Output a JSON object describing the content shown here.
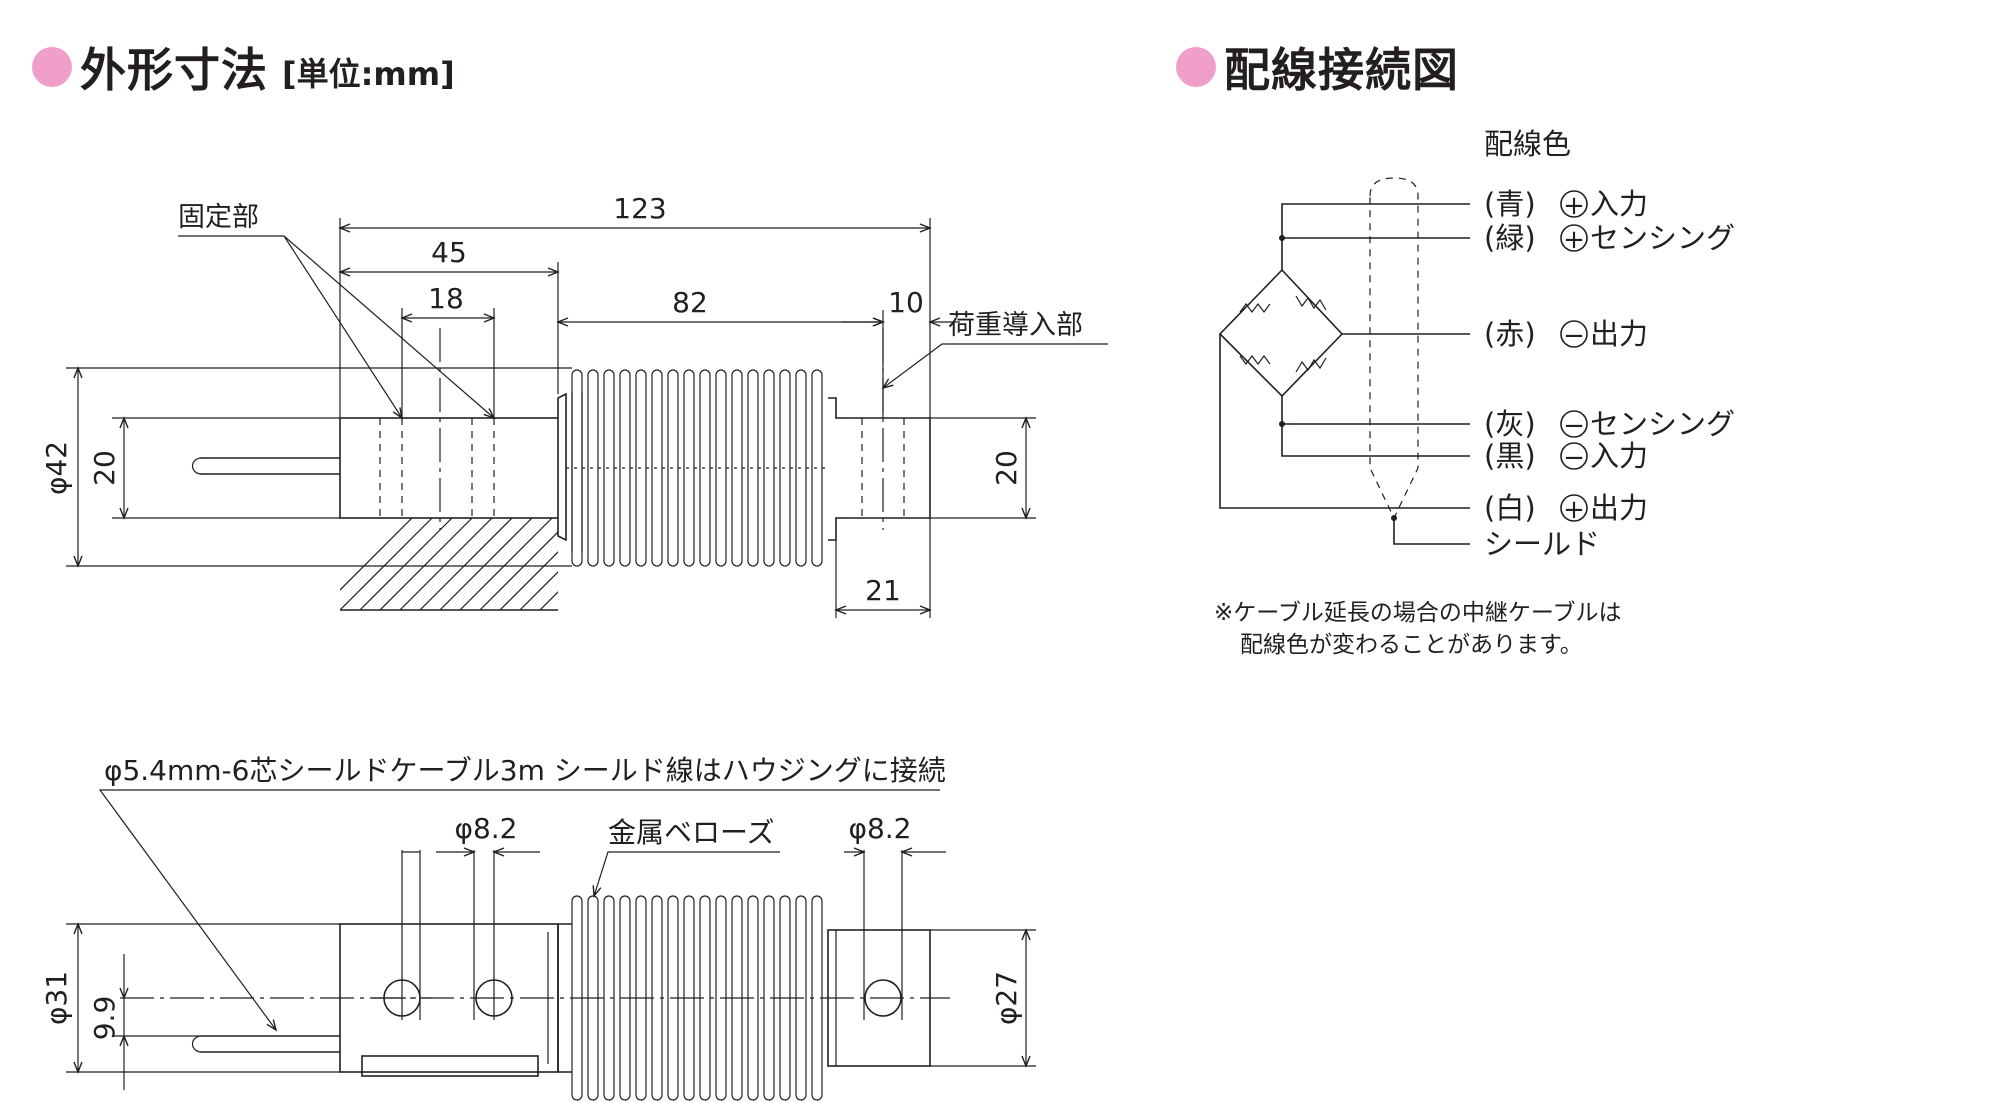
{
  "headings": {
    "dimensions": {
      "title": "外形寸法",
      "unit": "[単位:mm]"
    },
    "wiring": {
      "title": "配線接続図"
    }
  },
  "colors": {
    "heading_dot": "#f0a0c8",
    "ink": "#231f20"
  },
  "dims_top": {
    "fixed_part": "固定部",
    "load_part": "荷重導入部",
    "d123": "123",
    "d45": "45",
    "d18": "18",
    "d82": "82",
    "d10": "10",
    "d21": "21",
    "phi42": "φ42",
    "d20_left": "20",
    "d20_right": "20"
  },
  "dims_bottom": {
    "cable": "φ5.4mm-6芯シールドケーブル3m シールド線はハウジングに接続",
    "bellows": "金属ベローズ",
    "phi82_left": "φ8.2",
    "phi82_right": "φ8.2",
    "phi31": "φ31",
    "d99": "9.9",
    "phi27": "φ27"
  },
  "wiring": {
    "header": "配線色",
    "wires": [
      {
        "color": "(青)",
        "sign": "+",
        "label": "入力"
      },
      {
        "color": "(緑)",
        "sign": "+",
        "label": "センシング"
      },
      {
        "color": "(赤)",
        "sign": "−",
        "label": "出力"
      },
      {
        "color": "(灰)",
        "sign": "−",
        "label": "センシング"
      },
      {
        "color": "(黒)",
        "sign": "−",
        "label": "入力"
      },
      {
        "color": "(白)",
        "sign": "+",
        "label": "出力"
      }
    ],
    "shield": "シールド",
    "note_line1": "※ケーブル延長の場合の中継ケーブルは",
    "note_line2": "配線色が変わることがあります。"
  }
}
